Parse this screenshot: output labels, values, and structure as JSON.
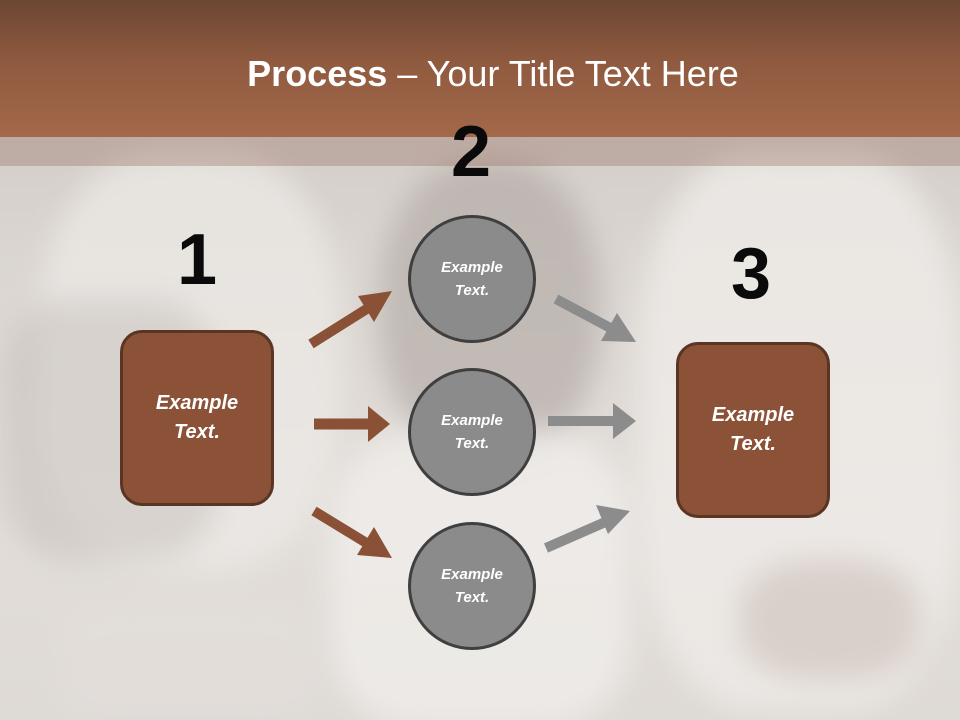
{
  "header": {
    "title_bold": "Process",
    "title_rest": " – Your Title Text Here"
  },
  "steps": {
    "one": "1",
    "two": "2",
    "three": "3"
  },
  "nodes": {
    "left_box": "Example\nText.",
    "circle_top": "Example\nText.",
    "circle_middle": "Example\nText.",
    "circle_bottom": "Example\nText.",
    "right_box": "Example\nText."
  },
  "colors": {
    "header_brown": "#9a5f43",
    "box_fill": "#8b5237",
    "circle_fill": "#8b8b8b",
    "arrow_brown": "#8a5136",
    "arrow_gray": "#8c8c8c"
  }
}
